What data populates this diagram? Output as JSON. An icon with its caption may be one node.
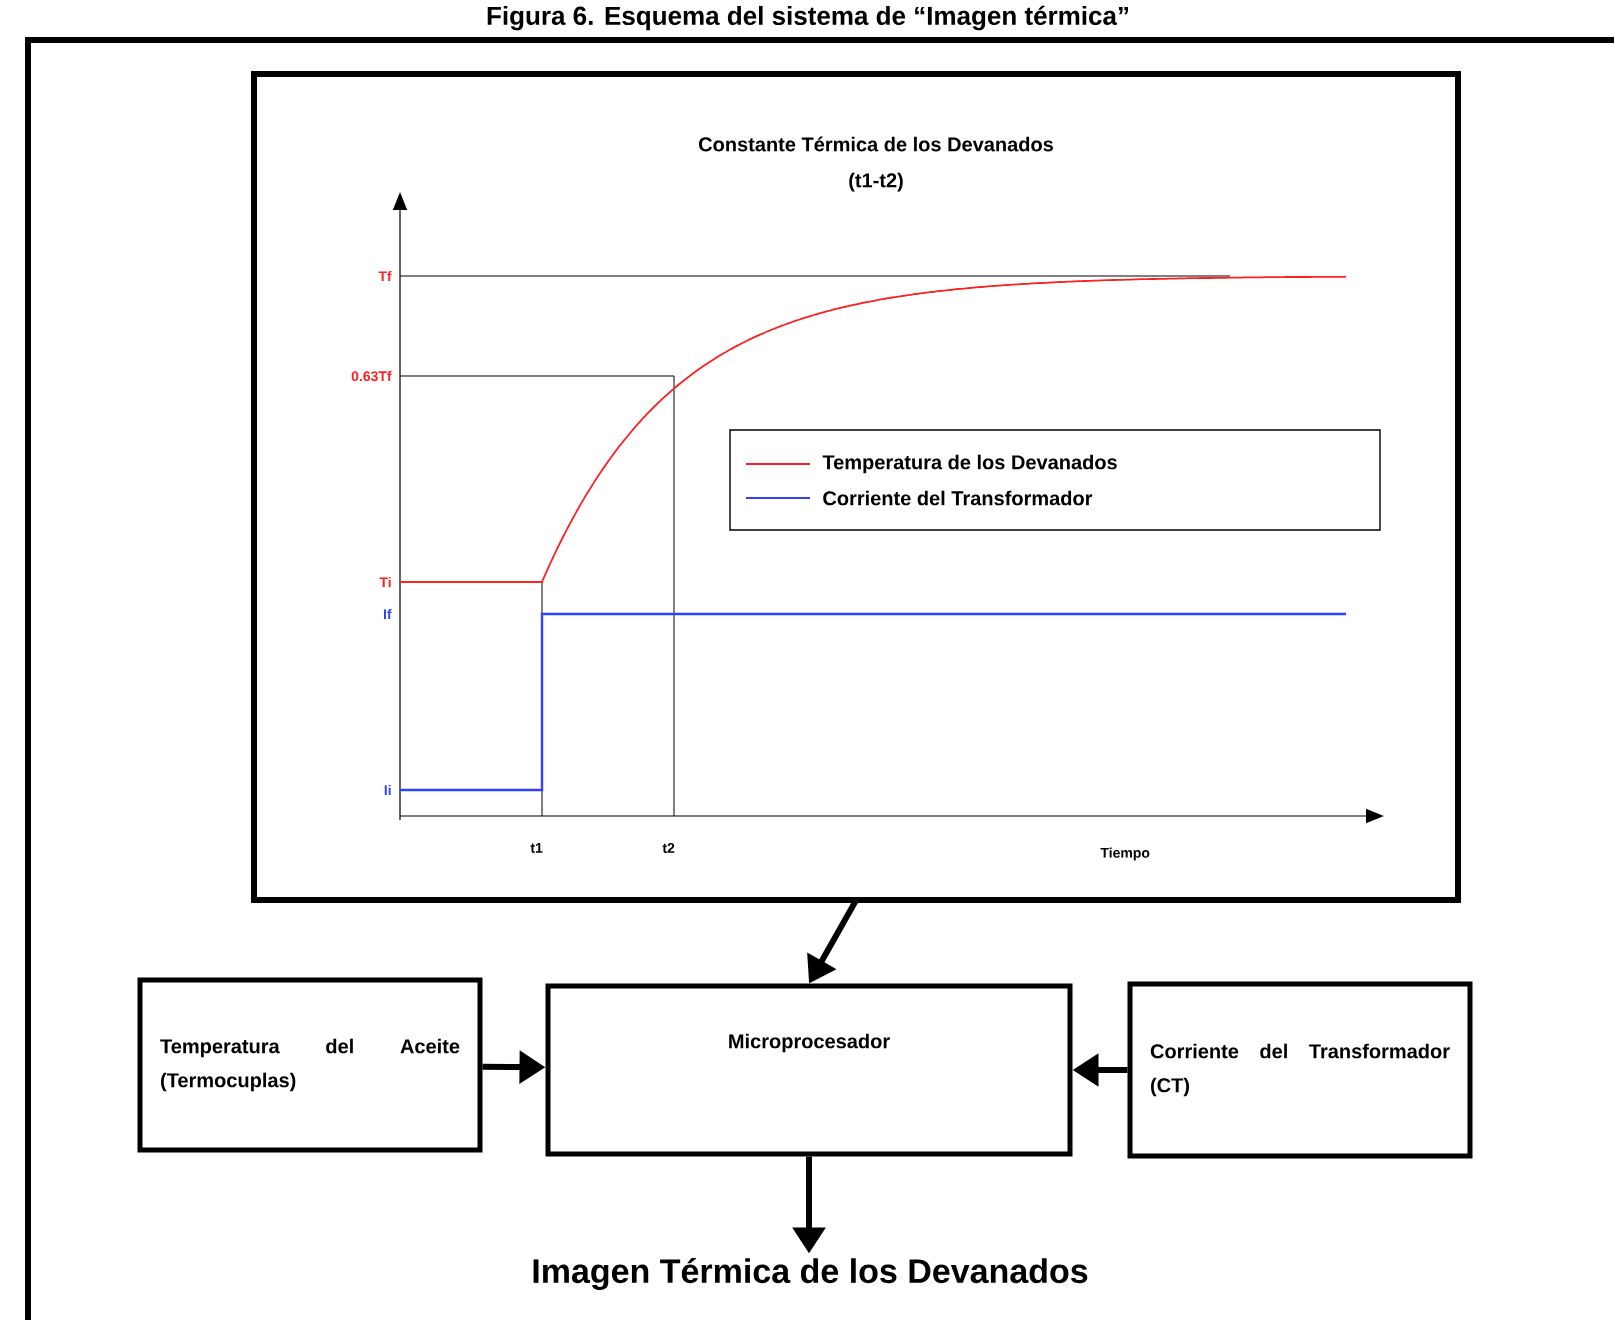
{
  "diagram": {
    "title": "Figura 6. Esquema del sistema de “Imagen térmica”",
    "nodes": [
      {
        "text": [
          "Constante Térmica de los Devanados (t1-t2)"
        ]
      },
      {
        "text": [
          "Temperatura del Aceite (Termocuplas)"
        ]
      },
      {
        "text": [
          "Microprocesador"
        ]
      },
      {
        "text": [
          "Corriente del Transformador (CT)"
        ]
      },
      {
        "text": [
          "Imagen Térmica de los Devanados"
        ]
      }
    ],
    "edges": [
      {
        "from": 0,
        "to": 2,
        "arrow": "to"
      },
      {
        "from": 1,
        "to": 2,
        "arrow": "to"
      },
      {
        "from": 3,
        "to": 2,
        "arrow": "to"
      },
      {
        "from": 2,
        "to": 4,
        "arrow": "to"
      }
    ],
    "labels": [
      "Tf",
      "0.63Tf",
      "Ti",
      "If",
      "Ii",
      "t1",
      "t2",
      "Tiempo"
    ],
    "legend": [
      {
        "text": "Temperatura de los Devanados"
      },
      {
        "text": "Corriente del Transformador"
      }
    ]
  }
}
